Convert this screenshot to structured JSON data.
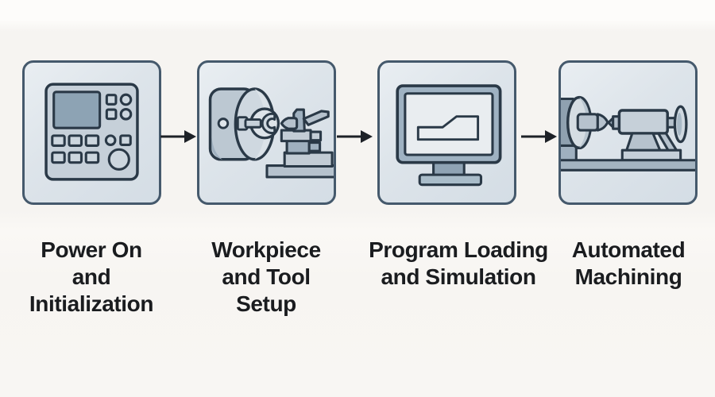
{
  "diagram": {
    "type": "horizontal-flow",
    "step_count": 4,
    "steps": [
      {
        "label": "Power On\nand\nInitialization",
        "icon": "cnc-control-panel-icon"
      },
      {
        "label": "Workpiece\nand Tool\nSetup",
        "icon": "lathe-chuck-and-tool-icon"
      },
      {
        "label": "Program Loading\nand Simulation",
        "icon": "monitor-simulation-icon"
      },
      {
        "label": "Automated\nMachining",
        "icon": "lathe-machining-icon"
      }
    ],
    "connectors": [
      {
        "type": "arrow-right"
      },
      {
        "type": "arrow-right"
      },
      {
        "type": "arrow-right"
      }
    ],
    "colors": {
      "background": "#f7f5f2",
      "card_fill": "#dde4ea",
      "card_border": "#45596c",
      "icon_stroke": "#2a3947",
      "icon_fill_light": "#cfd8e0",
      "icon_fill_mid": "#b6c2cd",
      "icon_fill_dark": "#8fa3b4",
      "arrow": "#1d2127",
      "label_text": "#1a1c1f"
    }
  }
}
